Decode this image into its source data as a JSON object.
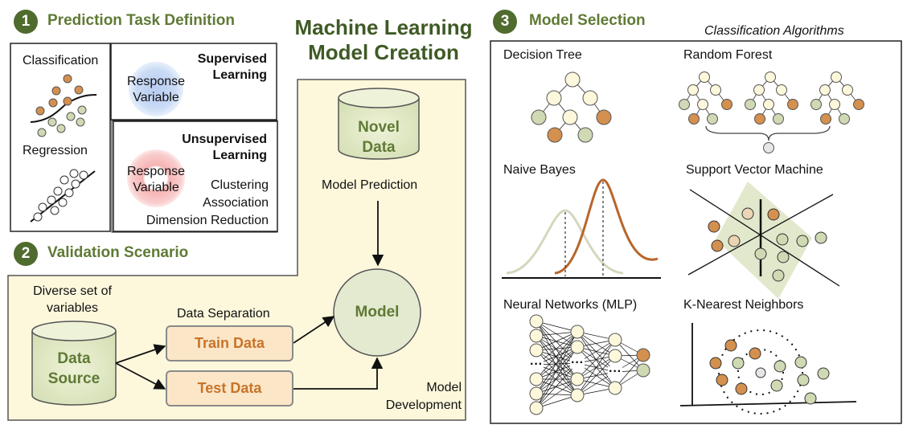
{
  "title": "Machine Learning Model Creation",
  "section1": {
    "number": "1",
    "title": "Prediction Task Definition",
    "classification": "Classification",
    "regression": "Regression",
    "supervised": {
      "label": "Supervised Learning",
      "response": "Response Variable"
    },
    "unsupervised": {
      "label": "Unsupervised Learning",
      "response": "Response Variable",
      "methods": [
        "Clustering",
        "Association",
        "Dimension Reduction"
      ]
    }
  },
  "section2": {
    "number": "2",
    "title": "Validation Scenario",
    "variables_text": "Diverse set of variables",
    "data_source": "Data Source",
    "data_separation": "Data Separation",
    "train": "Train Data",
    "test": "Test Data",
    "model": "Model",
    "model_development": "Model Development",
    "novel_data": "Novel Data",
    "model_prediction": "Model Prediction"
  },
  "section3": {
    "number": "3",
    "title": "Model Selection",
    "subtitle": "Classification Algorithms",
    "algorithms": [
      "Decision Tree",
      "Random Forest",
      "Naive Bayes",
      "Support Vector Machine",
      "Neural Networks (MLP)",
      "K-Nearest Neighbors"
    ]
  },
  "colors": {
    "dark_green": "#4f6b2e",
    "title_green": "#5f7a35",
    "orange": "#d4904e",
    "orange_text": "#c8742a",
    "light_green": "#cfd9b3",
    "cream": "#fdf8dc",
    "blue_glow": "#bcd2f3",
    "red_glow": "#f6b7b7"
  }
}
